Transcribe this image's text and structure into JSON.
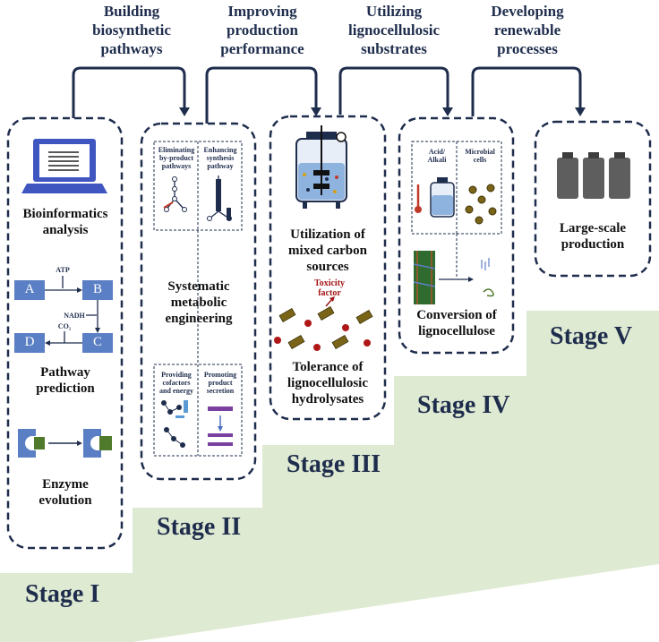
{
  "headers": {
    "h1": "Building\nbiosynthetic\npathways",
    "h2": "Improving\nproduction\nperformance",
    "h3": "Utilizing\nlignocellulosic\nsubstrates",
    "h4": "Developing\nrenewable\nprocesses"
  },
  "stages": {
    "s1": "Stage I",
    "s2": "Stage II",
    "s3": "Stage III",
    "s4": "Stage IV",
    "s5": "Stage V"
  },
  "panel1": {
    "bioinformatics": "Bioinformatics\nanalysis",
    "pathway_prediction": "Pathway\nprediction",
    "enzyme_evolution": "Enzyme\nevolution",
    "node_a": "A",
    "node_b": "B",
    "node_c": "C",
    "node_d": "D",
    "atp": "ATP",
    "nadh": "NADH",
    "co2": "CO₂"
  },
  "panel2": {
    "title": "Systematic\nmetabolic\nengineering",
    "q1": "Eliminating\nby-product\npathways",
    "q2": "Enhancing\nsynthesis\npathway",
    "q3": "Providing\ncofactors\nand energy",
    "q4": "Promoting\nproduct\nsecretion"
  },
  "panel3": {
    "mixed": "Utilization of\nmixed carbon\nsources",
    "toxicity": "Toxicity\nfactor",
    "tolerance": "Tolerance of\nlignocellulosic\nhydrolysates"
  },
  "panel4": {
    "acid": "Acid/\nAlkali",
    "microbial": "Microbial\ncells",
    "conversion": "Conversion of\nlignocellulose"
  },
  "panel5": {
    "large_scale": "Large-scale\nproduction"
  },
  "colors": {
    "navy": "#1f2d4d",
    "stair_green": "#dfead2",
    "box_blue": "#5b7fc4",
    "enzyme_green": "#4f7a2c",
    "toxicity_red": "#a31515"
  }
}
